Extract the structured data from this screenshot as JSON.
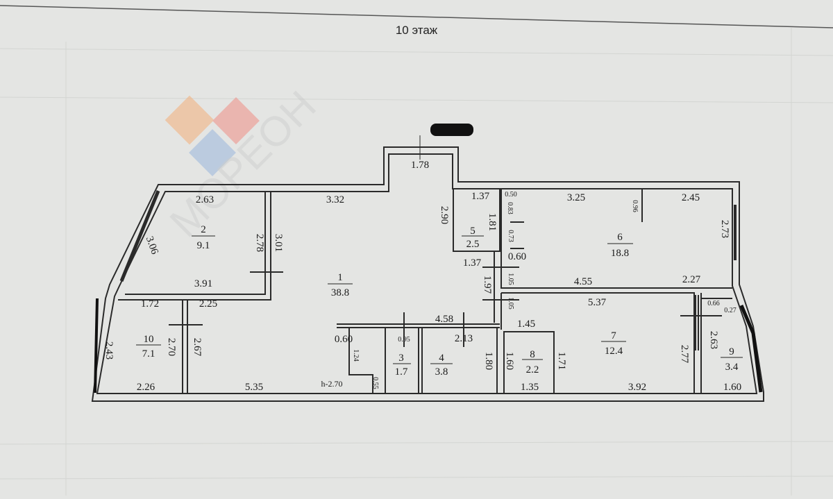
{
  "title": "10 этаж",
  "watermark": "МОРЕОН",
  "colors": {
    "paper": "#e4e5e3",
    "wall": "#2a2a2a",
    "logo_orange": "#f3b07a",
    "logo_red": "#ef8e86",
    "logo_blue": "#9ab7dc"
  },
  "rooms": [
    {
      "number": "1",
      "area": "38.8"
    },
    {
      "number": "2",
      "area": "9.1"
    },
    {
      "number": "3",
      "area": "1.7"
    },
    {
      "number": "4",
      "area": "3.8"
    },
    {
      "number": "5",
      "area": "2.5"
    },
    {
      "number": "6",
      "area": "18.8"
    },
    {
      "number": "7",
      "area": "12.4"
    },
    {
      "number": "8",
      "area": "2.2"
    },
    {
      "number": "9",
      "area": "3.4"
    },
    {
      "number": "10",
      "area": "7.1"
    }
  ],
  "dimensions": [
    "1.78",
    "2.63",
    "3.32",
    "2.90",
    "1.37",
    "1.81",
    "3.25",
    "2.45",
    "0.96",
    "0.50",
    "0.83",
    "0.73",
    "2.73",
    "3.06",
    "2.78",
    "3.01",
    "3.91",
    "1.37",
    "0.60",
    "1.05",
    "1.97",
    "4.55",
    "2.27",
    "1.05",
    "5.37",
    "1.72",
    "2.25",
    "4.58",
    "1.45",
    "0.66",
    "0.27",
    "0.60",
    "0.95",
    "2.13",
    "1.24",
    "2.70",
    "2.67",
    "2.43",
    "1.80",
    "1.60",
    "1.71",
    "2.77",
    "2.63",
    "2.26",
    "5.35",
    "1.35",
    "3.92",
    "1.60",
    "0.55"
  ],
  "ceiling_height": "h-2.70"
}
